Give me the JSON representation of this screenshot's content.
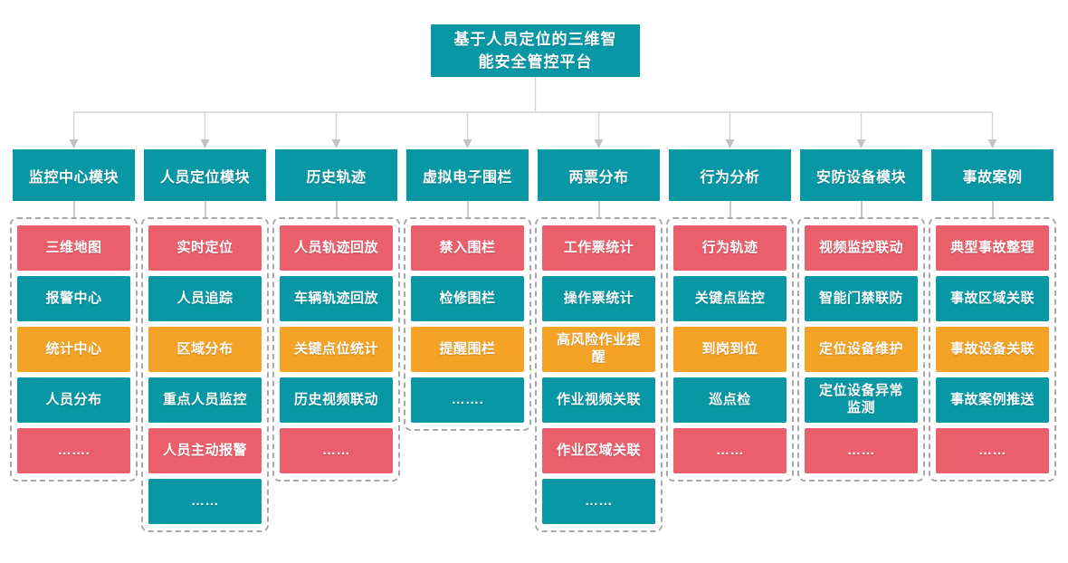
{
  "title": "基于人员定位的三维智\n能安全管控平台",
  "colors": {
    "teal": "#0797A5",
    "red": "#EA5F6B",
    "orange": "#F5A327",
    "line": "#D6D6D6",
    "arrow": "#C2C2C2",
    "dash": "#A8A8A8",
    "stub": "#C9C9C9"
  },
  "columns": [
    {
      "header": "监控中心模块",
      "items": [
        {
          "label": "三维地图",
          "color": "red"
        },
        {
          "label": "报警中心",
          "color": "teal"
        },
        {
          "label": "统计中心",
          "color": "orange"
        },
        {
          "label": "人员分布",
          "color": "teal"
        },
        {
          "label": "…….",
          "color": "red"
        }
      ]
    },
    {
      "header": "人员定位模块",
      "items": [
        {
          "label": "实时定位",
          "color": "red"
        },
        {
          "label": "人员追踪",
          "color": "teal"
        },
        {
          "label": "区域分布",
          "color": "orange"
        },
        {
          "label": "重点人员监控",
          "color": "teal"
        },
        {
          "label": "人员主动报警",
          "color": "red"
        },
        {
          "label": "……",
          "color": "teal"
        }
      ]
    },
    {
      "header": "历史轨迹",
      "items": [
        {
          "label": "人员轨迹回放",
          "color": "red"
        },
        {
          "label": "车辆轨迹回放",
          "color": "teal"
        },
        {
          "label": "关键点位统计",
          "color": "orange"
        },
        {
          "label": "历史视频联动",
          "color": "teal"
        },
        {
          "label": "……",
          "color": "red"
        }
      ]
    },
    {
      "header": "虚拟电子围栏",
      "items": [
        {
          "label": "禁入围栏",
          "color": "red"
        },
        {
          "label": "检修围栏",
          "color": "teal"
        },
        {
          "label": "提醒围栏",
          "color": "orange"
        },
        {
          "label": "…….",
          "color": "teal"
        }
      ]
    },
    {
      "header": "两票分布",
      "items": [
        {
          "label": "工作票统计",
          "color": "red"
        },
        {
          "label": "操作票统计",
          "color": "teal"
        },
        {
          "label": "高风险作业提\n醒",
          "color": "orange"
        },
        {
          "label": "作业视频关联",
          "color": "teal"
        },
        {
          "label": "作业区域关联",
          "color": "red"
        },
        {
          "label": "……",
          "color": "teal"
        }
      ]
    },
    {
      "header": "行为分析",
      "items": [
        {
          "label": "行为轨迹",
          "color": "red"
        },
        {
          "label": "关键点监控",
          "color": "teal"
        },
        {
          "label": "到岗到位",
          "color": "orange"
        },
        {
          "label": "巡点检",
          "color": "teal"
        },
        {
          "label": "……",
          "color": "red"
        }
      ]
    },
    {
      "header": "安防设备模块",
      "items": [
        {
          "label": "视频监控联动",
          "color": "red"
        },
        {
          "label": "智能门禁联防",
          "color": "teal"
        },
        {
          "label": "定位设备维护",
          "color": "orange"
        },
        {
          "label": "定位设备异常\n监测",
          "color": "teal"
        },
        {
          "label": "……",
          "color": "red"
        }
      ]
    },
    {
      "header": "事故案例",
      "items": [
        {
          "label": "典型事故整理",
          "color": "red"
        },
        {
          "label": "事故区域关联",
          "color": "teal"
        },
        {
          "label": "事故设备关联",
          "color": "orange"
        },
        {
          "label": "事故案例推送",
          "color": "teal"
        },
        {
          "label": "……",
          "color": "red"
        }
      ]
    }
  ]
}
